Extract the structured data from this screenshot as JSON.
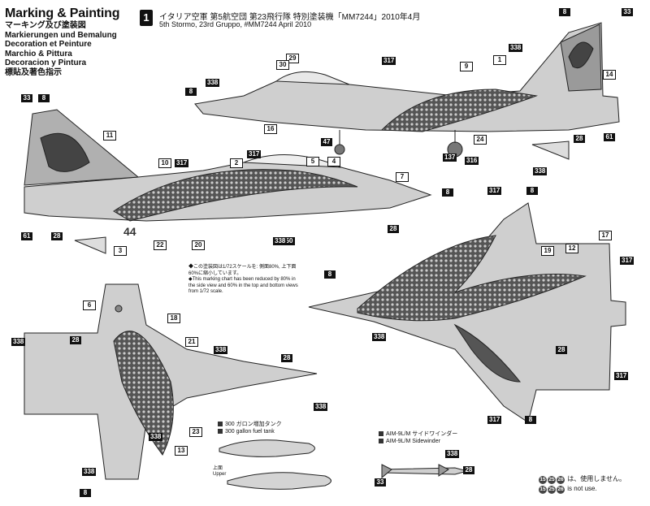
{
  "header": {
    "title": "Marking & Painting",
    "lines": [
      "マーキング及び塗装図",
      "Markierungen und Bemalung",
      "Decoration et Peinture",
      "Marchio & Pittura",
      "Decoracion y Pintura",
      "標貼及著色指示"
    ]
  },
  "scheme": {
    "number": "1",
    "title_jp": "イタリア空軍 第5航空団 第23飛行隊 特別塗装機「MM7244」2010年4月",
    "title_en": "5th Stormo, 23rd Gruppo, #MM7244 April 2010"
  },
  "note": {
    "jp": "◆この塗装図は1/72スケールを: 側面80%, 上下面60%に縮小しています。",
    "en": "◆This marking chart has been reduced by 80% in the side view and 60% in the top and bottom views from 1/72 scale."
  },
  "fuel_tank_legend": {
    "jp": "300 ガロン増加タンク",
    "en": "300 gallon fuel tank"
  },
  "sidewinder_legend": {
    "jp": "AIM-9L/M サイドワインダー",
    "en": "AIM-9L/M Sidewinder"
  },
  "upper_label": {
    "jp": "上面",
    "en": "Upper"
  },
  "not_use": {
    "numbers": [
      "15",
      "25",
      "26"
    ],
    "jp": "は、使用しません。",
    "en": "is not use."
  },
  "tail_code": "44",
  "callouts_dark": [
    "8",
    "33",
    "338",
    "317",
    "61",
    "28",
    "50",
    "47",
    "137",
    "316",
    "8",
    "8",
    "33",
    "8",
    "338",
    "28",
    "317",
    "317",
    "8",
    "338",
    "8",
    "61",
    "28",
    "28",
    "338",
    "338",
    "338",
    "338",
    "338",
    "8",
    "317",
    "28",
    "317",
    "338",
    "8",
    "317",
    "317",
    "338",
    "28",
    "33",
    "338",
    "8",
    "28"
  ],
  "callouts_outline": [
    "2",
    "3",
    "4",
    "5",
    "6",
    "7",
    "9",
    "10",
    "11",
    "12",
    "13",
    "14",
    "16",
    "17",
    "18",
    "19",
    "20",
    "21",
    "22",
    "23",
    "24",
    "29",
    "30",
    "1"
  ]
}
